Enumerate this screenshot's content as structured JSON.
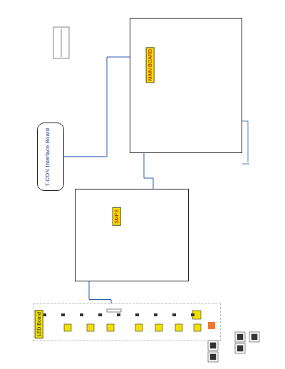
{
  "diagram": {
    "nodes": [
      {
        "text": [
          "MAIN BOARD"
        ]
      },
      {
        "text": [
          "T-CON Interface Board"
        ]
      },
      {
        "text": [
          "SMPS"
        ]
      },
      {
        "text": [
          "LED Board"
        ]
      }
    ],
    "edges": [
      {
        "from": 0,
        "to": 1,
        "arrow": "none"
      },
      {
        "from": 0,
        "to": 2,
        "arrow": "none"
      },
      {
        "from": 2,
        "to": 3,
        "arrow": "none"
      }
    ]
  }
}
